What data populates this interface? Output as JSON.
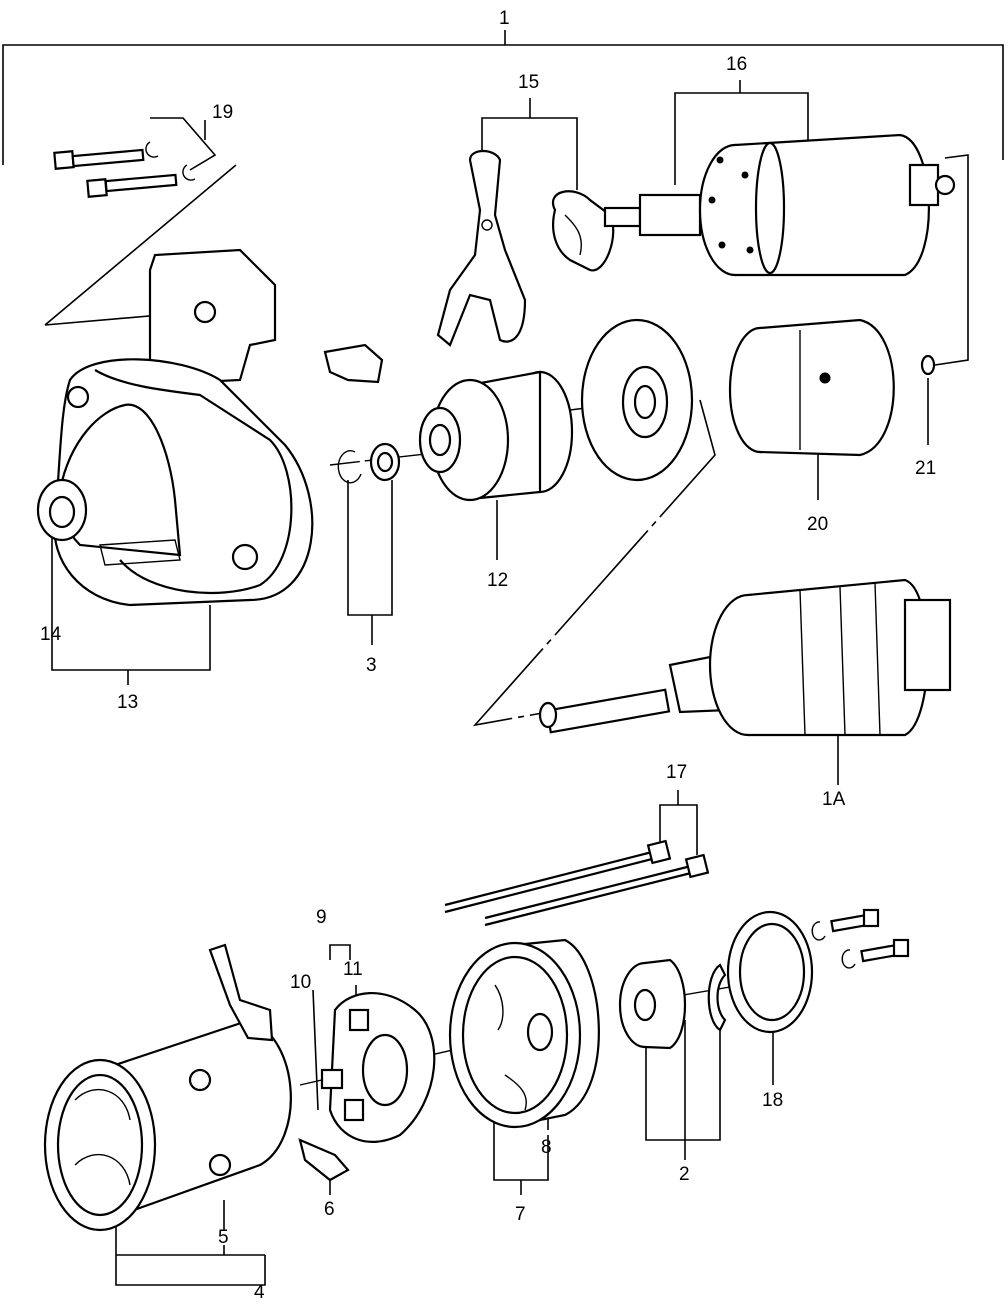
{
  "labels": {
    "p1": "1",
    "p1A": "1A",
    "p2": "2",
    "p3": "3",
    "p4": "4",
    "p5": "5",
    "p6": "6",
    "p7": "7",
    "p8": "8",
    "p9": "9",
    "p10": "10",
    "p11": "11",
    "p12": "12",
    "p13": "13",
    "p14": "14",
    "p15": "15",
    "p16": "16",
    "p17": "17",
    "p18": "18",
    "p19": "19",
    "p20": "20",
    "p21": "21"
  }
}
